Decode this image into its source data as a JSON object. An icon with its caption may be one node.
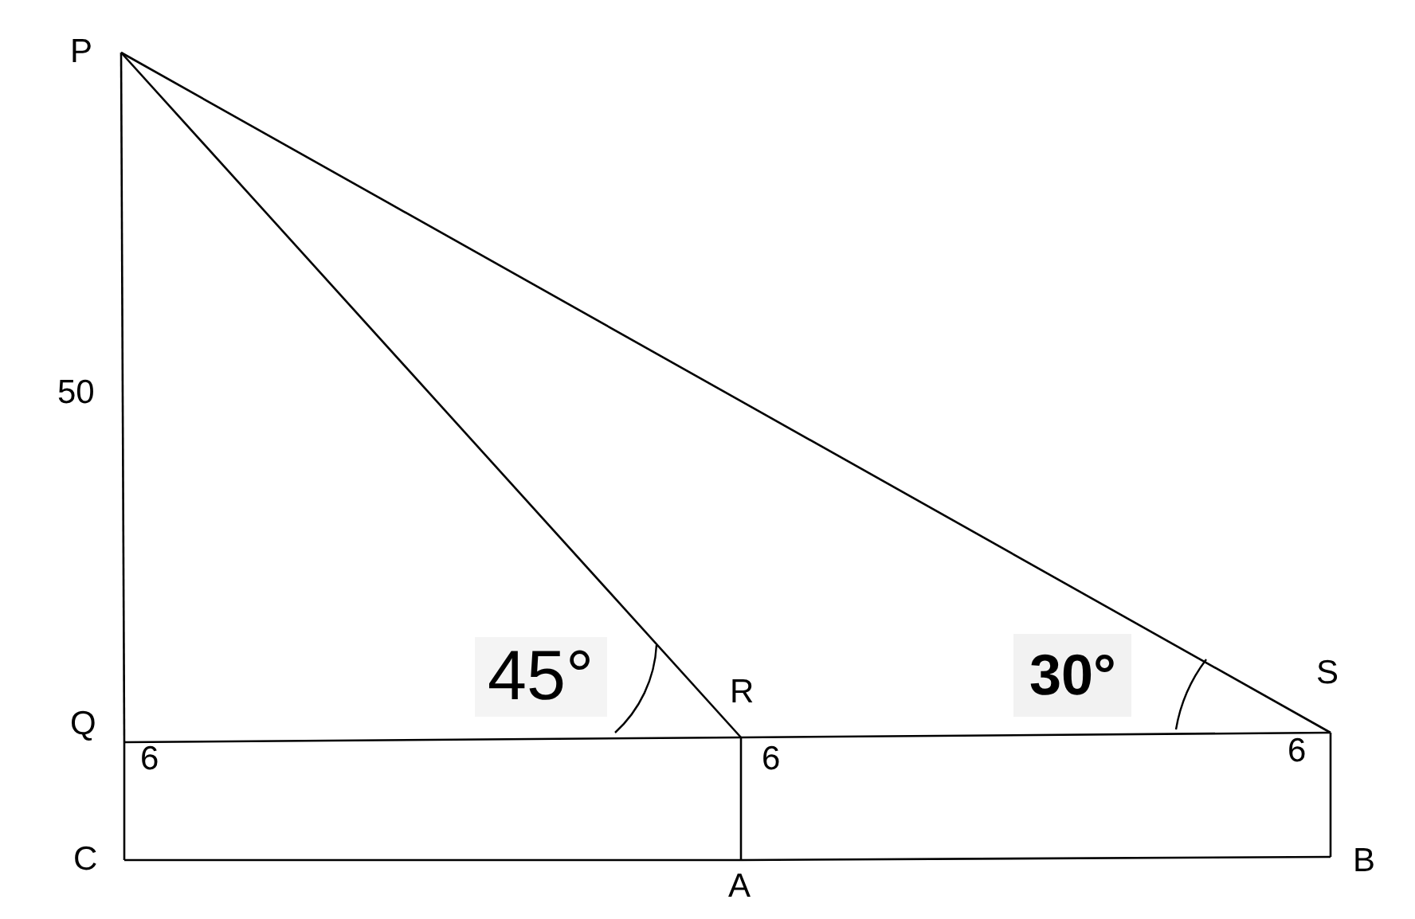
{
  "diagram": {
    "nodes": [
      {
        "text": [
          "P"
        ]
      },
      {
        "text": [
          "Q"
        ]
      },
      {
        "text": [
          "R"
        ]
      },
      {
        "text": [
          "S"
        ]
      },
      {
        "text": [
          "C"
        ]
      },
      {
        "text": [
          "A"
        ]
      },
      {
        "text": [
          "B"
        ]
      }
    ],
    "edges": [
      {
        "from": 0,
        "to": 1,
        "arrow": "none"
      },
      {
        "from": 0,
        "to": 2,
        "arrow": "none"
      },
      {
        "from": 0,
        "to": 3,
        "arrow": "none"
      },
      {
        "from": 1,
        "to": 2,
        "arrow": "none"
      },
      {
        "from": 2,
        "to": 3,
        "arrow": "none"
      },
      {
        "from": 1,
        "to": 4,
        "arrow": "none"
      },
      {
        "from": 2,
        "to": 5,
        "arrow": "none"
      },
      {
        "from": 3,
        "to": 6,
        "arrow": "none"
      },
      {
        "from": 4,
        "to": 5,
        "arrow": "none"
      },
      {
        "from": 5,
        "to": 6,
        "arrow": "none"
      }
    ],
    "labels": [
      "50",
      "45°",
      "30°",
      "6",
      "6",
      "6"
    ]
  }
}
